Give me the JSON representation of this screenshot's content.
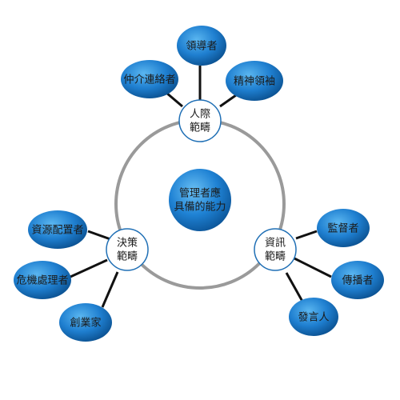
{
  "center": {
    "line1": "管理者應",
    "line2": "具備的能力"
  },
  "categories": {
    "interpersonal": {
      "line1": "人際",
      "line2": "範疇"
    },
    "decisional": {
      "line1": "決策",
      "line2": "範疇"
    },
    "informational": {
      "line1": "資訊",
      "line2": "範疇"
    }
  },
  "roles": {
    "leader": "領導者",
    "liaison": "仲介連絡者",
    "figurehead": "精神領袖",
    "resource_allocator": "資源配置者",
    "disturbance_handler": "危機處理者",
    "entrepreneur": "創業家",
    "monitor": "監督者",
    "disseminator": "傳播者",
    "spokesperson": "發言人"
  },
  "colors": {
    "ellipse_light": "#3a9be0",
    "ellipse_dark": "#0a4f8e",
    "ring": "#9a9a9a",
    "connector": "#111111",
    "category_border": "#1f6fb5"
  }
}
